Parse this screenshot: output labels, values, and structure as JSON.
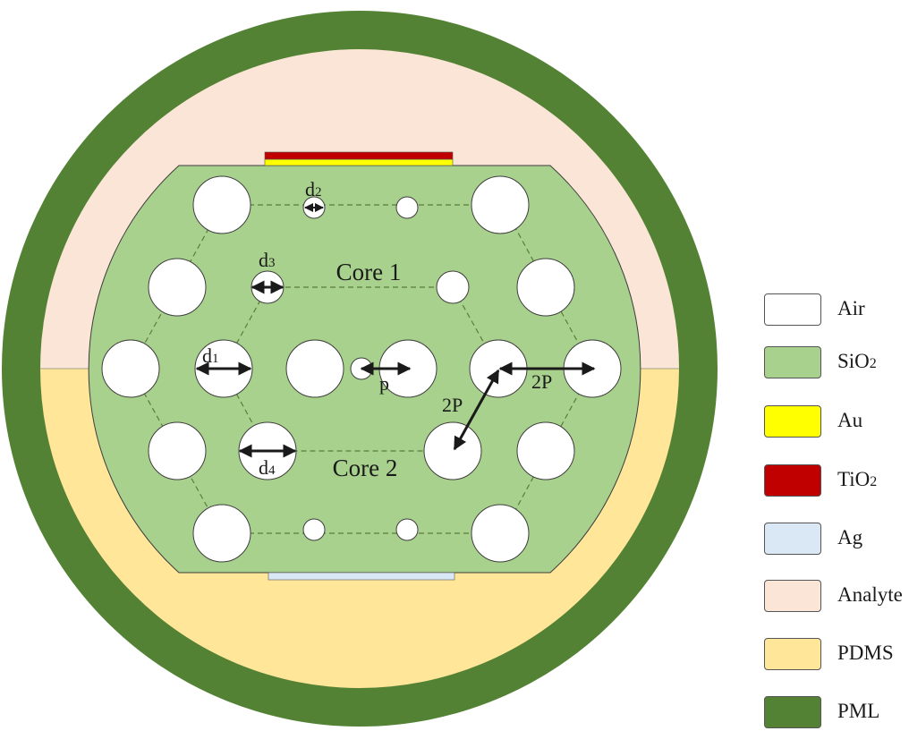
{
  "diagram": {
    "core1_label": "Core 1",
    "core2_label": "Core 2",
    "dim_d1": "d",
    "dim_d1_sub": "1",
    "dim_d2": "d",
    "dim_d2_sub": "2",
    "dim_d3": "d",
    "dim_d3_sub": "3",
    "dim_d4": "d",
    "dim_d4_sub": "4",
    "dim_p": "p",
    "dim_2p_horizontal": "2P",
    "dim_2p_diagonal": "2P"
  },
  "legend": [
    {
      "label": "Air",
      "sub": "",
      "color": "#ffffff"
    },
    {
      "label": "SiO",
      "sub": "2",
      "color": "#a9d18e"
    },
    {
      "label": "Au",
      "sub": "",
      "color": "#ffff00"
    },
    {
      "label": "TiO",
      "sub": "2",
      "color": "#c00000"
    },
    {
      "label": "Ag",
      "sub": "",
      "color": "#dae8f5"
    },
    {
      "label": "Analyte",
      "sub": "",
      "color": "#fbe5d6"
    },
    {
      "label": "PDMS",
      "sub": "",
      "color": "#ffe699"
    },
    {
      "label": "PML",
      "sub": "",
      "color": "#548235"
    }
  ],
  "colors": {
    "air": "#ffffff",
    "sio2": "#a9d18e",
    "au": "#ffff00",
    "tio2": "#c00000",
    "ag": "#dae8f5",
    "analyte": "#fbe5d6",
    "pdms": "#ffe699",
    "pml": "#548235"
  }
}
